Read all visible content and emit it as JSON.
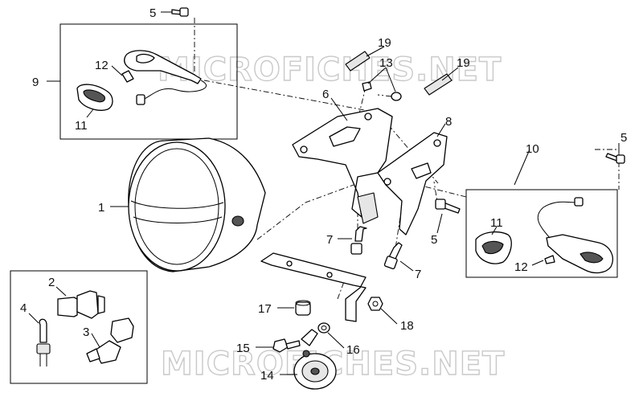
{
  "watermark": {
    "text": "MICROFICHES.NET"
  },
  "callouts": {
    "c1": "1",
    "c2": "2",
    "c3": "3",
    "c4": "4",
    "c5a": "5",
    "c5b": "5",
    "c5c": "5",
    "c6": "6",
    "c7a": "7",
    "c7b": "7",
    "c8": "8",
    "c9": "9",
    "c10": "10",
    "c11a": "11",
    "c11b": "11",
    "c12a": "12",
    "c12b": "12",
    "c13": "13",
    "c14": "14",
    "c15": "15",
    "c16": "16",
    "c17": "17",
    "c18": "18",
    "c19a": "19",
    "c19b": "19"
  }
}
